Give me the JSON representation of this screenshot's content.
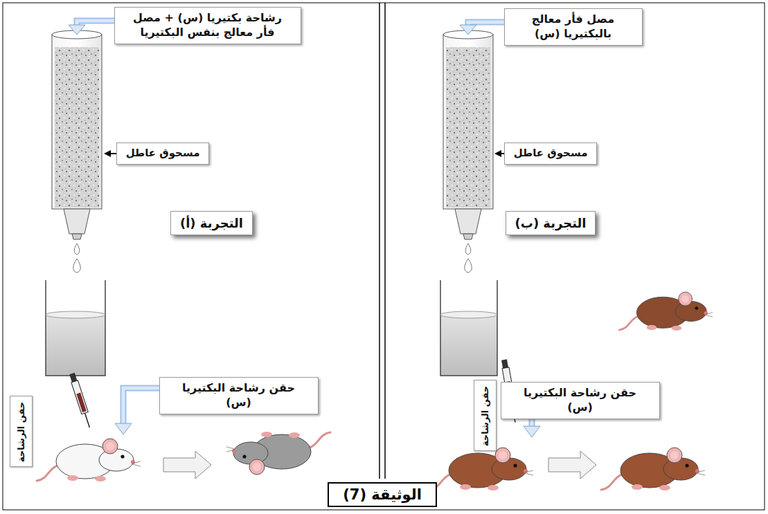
{
  "diagram": {
    "title": "الوثيقة (7)",
    "nodes": [
      {
        "text": [
          "مصل فأر معالج بالبكتيريا (س)"
        ]
      },
      {
        "text": [
          "مسحوق عاطل"
        ]
      },
      {
        "text": [
          "التجربة (ب)"
        ]
      },
      {
        "text": [
          "حقن رشاحة البكتيريا (س)"
        ]
      },
      {
        "text": [
          "حقن الرشاحة"
        ]
      },
      {
        "text": [
          "رشاحة بكتيريا (س) + مصل فأر معالج بنفس البكتيريا"
        ]
      },
      {
        "text": [
          "مسحوق عاطل"
        ]
      },
      {
        "text": [
          "التجربة (أ)"
        ]
      },
      {
        "text": [
          "حقن رشاحة البكتيريا (س)"
        ]
      },
      {
        "text": [
          "حقن الرشاحة"
        ]
      }
    ]
  }
}
